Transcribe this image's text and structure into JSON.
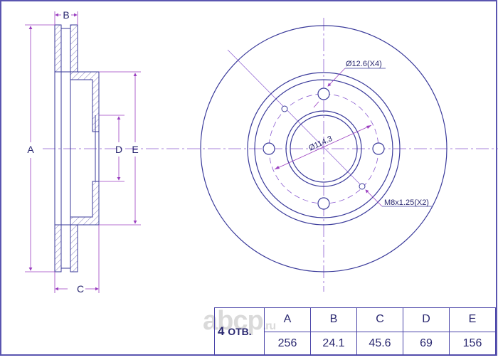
{
  "drawing": {
    "title": "Brake disc technical drawing",
    "colors": {
      "outline": "#3a3a9a",
      "dimension": "#9b3fc0",
      "centerline": "#8a5bd0",
      "text": "#2a2870",
      "border": "#5a55b0"
    },
    "side_view": {
      "labels": {
        "a": "A",
        "b": "B",
        "c": "C",
        "d": "D",
        "e": "E"
      }
    },
    "front_view": {
      "bolt_hole_label": "Ø12.6(X4)",
      "pcd_label": "Ø114.3",
      "thread_label": "M8x1.25(X2)"
    }
  },
  "spec_table": {
    "holes_count": "4",
    "holes_suffix": "ОТВ.",
    "headers": [
      "A",
      "B",
      "C",
      "D",
      "E"
    ],
    "values": [
      "256",
      "24.1",
      "45.6",
      "69",
      "156"
    ]
  },
  "watermark": {
    "text": "abcp",
    "suffix": ".ru"
  }
}
